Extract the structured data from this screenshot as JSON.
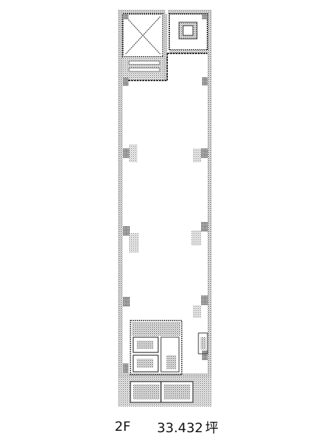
{
  "floor_label": "2F",
  "area_value": "33.432",
  "area_unit": "坪",
  "colors": {
    "line": "#2b2b2b",
    "hatch": "#6e6e6e",
    "text": "#111111"
  }
}
